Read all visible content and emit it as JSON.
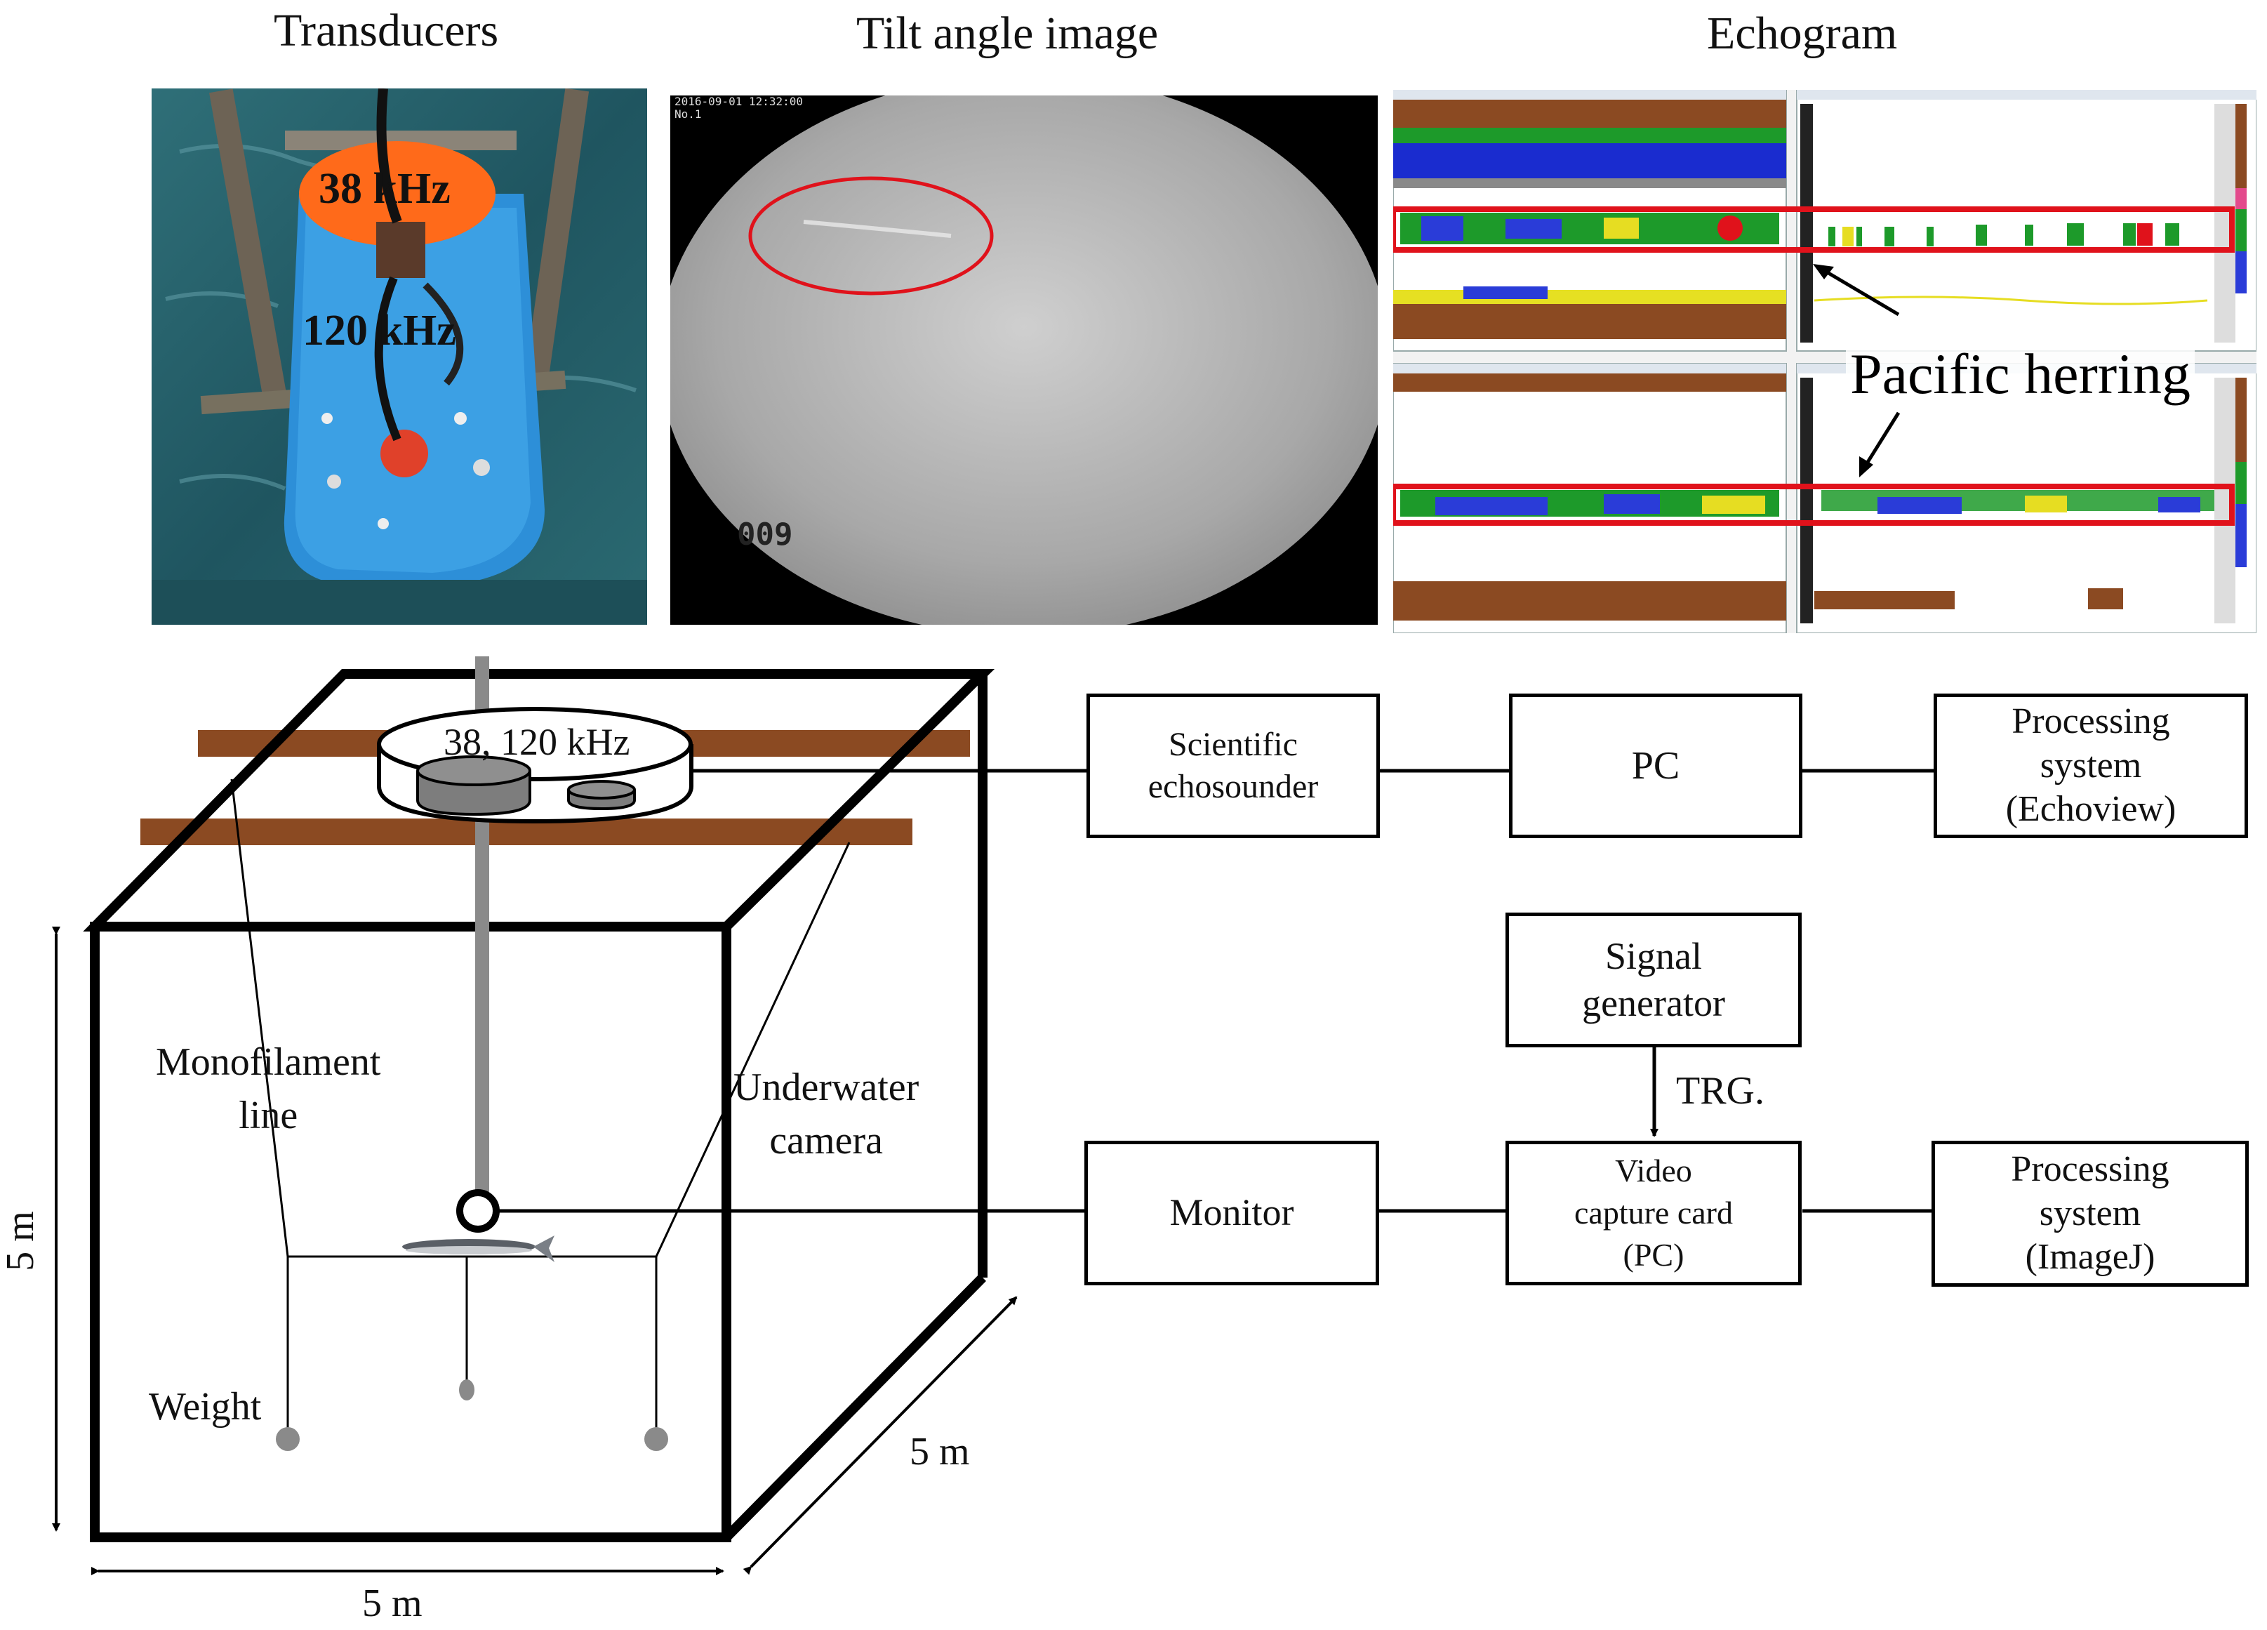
{
  "headers": {
    "transducers": "Transducers",
    "tilt": "Tilt angle image",
    "echogram": "Echogram"
  },
  "photo_labels": {
    "f38": "38 kHz",
    "f120": "120 kHz",
    "camera_id": "2016-09-01 12:32:00\nNo.1",
    "camera_counter": "009"
  },
  "echogram_labels": {
    "species": "Pacific herring"
  },
  "diagram_labels": {
    "transducer": "38, 120 kHz",
    "monofilament": "Monofilament\nline",
    "camera": "Underwater\ncamera",
    "weight": "Weight",
    "dim_height": "5 m",
    "dim_depth": "5 m",
    "dim_width": "5 m",
    "trg": "TRG."
  },
  "blocks": {
    "echosounder": "Scientific\nechosounder",
    "pc": "PC",
    "proc_echoview": "Processing\nsystem\n(Echoview)",
    "signal_gen": "Signal\ngenerator",
    "monitor": "Monitor",
    "capture": "Video\ncapture card\n(PC)",
    "proc_imagej": "Processing\nsystem\n(ImageJ)"
  },
  "colors": {
    "highlight": "#e0121b",
    "pole": "#8a8a8a",
    "frame": "#8b4a22"
  }
}
